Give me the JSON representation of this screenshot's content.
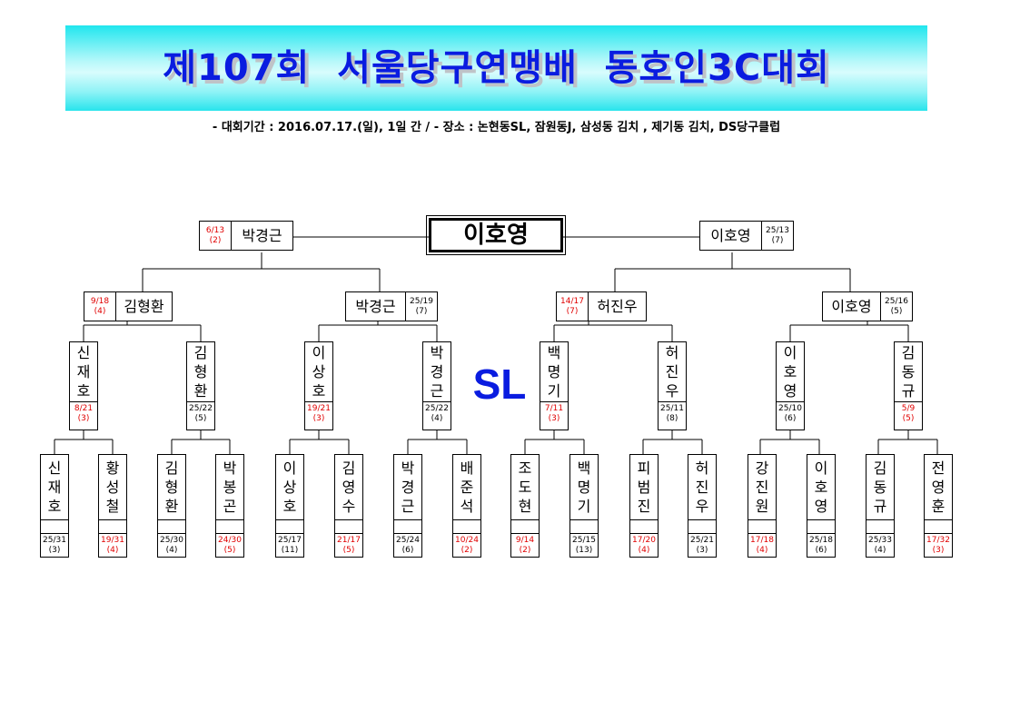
{
  "title": "제107회  서울당구연맹배  동호인3C대회",
  "info": "- 대회기간 : 2016.07.17.(일), 1일 간 / - 장소 : 논현동SL, 잠원동J, 삼성동 김치 , 제기동 김치, DS당구클럽",
  "champion": "이호영",
  "venue_label": "SL",
  "final": [
    {
      "name": "박경근",
      "score": "6/13",
      "inning": "(2)",
      "red": true
    },
    {
      "name": "이호영",
      "score": "25/13",
      "inning": "(7)",
      "red": false
    }
  ],
  "semis": [
    {
      "name": "김형환",
      "score": "9/18",
      "inning": "(4)",
      "red": true
    },
    {
      "name": "박경근",
      "score": "25/19",
      "inning": "(7)",
      "red": false
    },
    {
      "name": "허진우",
      "score": "14/17",
      "inning": "(7)",
      "red": true
    },
    {
      "name": "이호영",
      "score": "25/16",
      "inning": "(5)",
      "red": false
    }
  ],
  "quarters": [
    {
      "chars": [
        "신",
        "재",
        "호"
      ],
      "score": "8/21",
      "inning": "(3)",
      "red": true
    },
    {
      "chars": [
        "김",
        "형",
        "환"
      ],
      "score": "25/22",
      "inning": "(5)",
      "red": false
    },
    {
      "chars": [
        "이",
        "상",
        "호"
      ],
      "score": "19/21",
      "inning": "(3)",
      "red": true
    },
    {
      "chars": [
        "박",
        "경",
        "근"
      ],
      "score": "25/22",
      "inning": "(4)",
      "red": false
    },
    {
      "chars": [
        "백",
        "명",
        "기"
      ],
      "score": "7/11",
      "inning": "(3)",
      "red": true
    },
    {
      "chars": [
        "허",
        "진",
        "우"
      ],
      "score": "25/11",
      "inning": "(8)",
      "red": false
    },
    {
      "chars": [
        "이",
        "호",
        "영"
      ],
      "score": "25/10",
      "inning": "(6)",
      "red": false
    },
    {
      "chars": [
        "김",
        "동",
        "규"
      ],
      "score": "5/9",
      "inning": "(5)",
      "red": true
    }
  ],
  "round16": [
    {
      "chars": [
        "신",
        "재",
        "호"
      ],
      "score": "25/31",
      "inning": "(3)",
      "red": false
    },
    {
      "chars": [
        "황",
        "성",
        "철"
      ],
      "score": "19/31",
      "inning": "(4)",
      "red": true
    },
    {
      "chars": [
        "김",
        "형",
        "환"
      ],
      "score": "25/30",
      "inning": "(4)",
      "red": false
    },
    {
      "chars": [
        "박",
        "봉",
        "곤"
      ],
      "score": "24/30",
      "inning": "(5)",
      "red": true
    },
    {
      "chars": [
        "이",
        "상",
        "호"
      ],
      "score": "25/17",
      "inning": "(11)",
      "red": false
    },
    {
      "chars": [
        "김",
        "영",
        "수"
      ],
      "score": "21/17",
      "inning": "(5)",
      "red": true
    },
    {
      "chars": [
        "박",
        "경",
        "근"
      ],
      "score": "25/24",
      "inning": "(6)",
      "red": false
    },
    {
      "chars": [
        "배",
        "준",
        "석"
      ],
      "score": "10/24",
      "inning": "(2)",
      "red": true
    },
    {
      "chars": [
        "조",
        "도",
        "현"
      ],
      "score": "9/14",
      "inning": "(2)",
      "red": true
    },
    {
      "chars": [
        "백",
        "명",
        "기"
      ],
      "score": "25/15",
      "inning": "(13)",
      "red": false
    },
    {
      "chars": [
        "피",
        "범",
        "진"
      ],
      "score": "17/20",
      "inning": "(4)",
      "red": true
    },
    {
      "chars": [
        "허",
        "진",
        "우"
      ],
      "score": "25/21",
      "inning": "(3)",
      "red": false
    },
    {
      "chars": [
        "강",
        "진",
        "원"
      ],
      "score": "17/18",
      "inning": "(4)",
      "red": true
    },
    {
      "chars": [
        "이",
        "호",
        "영"
      ],
      "score": "25/18",
      "inning": "(6)",
      "red": false
    },
    {
      "chars": [
        "김",
        "동",
        "규"
      ],
      "score": "25/33",
      "inning": "(4)",
      "red": false
    },
    {
      "chars": [
        "전",
        "영",
        "훈"
      ],
      "score": "17/32",
      "inning": "(3)",
      "red": true
    }
  ]
}
